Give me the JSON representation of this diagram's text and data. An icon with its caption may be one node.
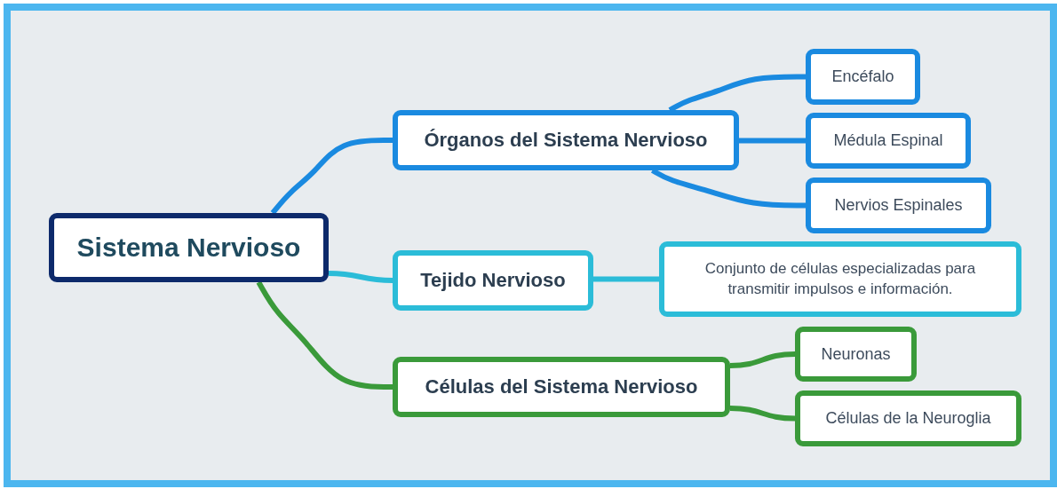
{
  "diagram": {
    "nodes": [
      {
        "text": [
          "Sistema Nervioso"
        ]
      },
      {
        "text": [
          "Órganos del Sistema Nervioso"
        ]
      },
      {
        "text": [
          "Encéfalo"
        ]
      },
      {
        "text": [
          "Médula Espinal"
        ]
      },
      {
        "text": [
          "Nervios Espinales"
        ]
      },
      {
        "text": [
          "Tejido Nervioso"
        ]
      },
      {
        "text": [
          "Conjunto de células especializadas para transmitir impulsos e información."
        ]
      },
      {
        "text": [
          "Células del Sistema Nervioso"
        ]
      },
      {
        "text": [
          "Neuronas"
        ]
      },
      {
        "text": [
          "Células de la Neuroglia"
        ]
      }
    ],
    "edges": [
      {
        "from": 0,
        "to": 1,
        "arrow": "none",
        "color": "#1a8ae0"
      },
      {
        "from": 1,
        "to": 2,
        "arrow": "none",
        "color": "#1a8ae0"
      },
      {
        "from": 1,
        "to": 3,
        "arrow": "none",
        "color": "#1a8ae0"
      },
      {
        "from": 1,
        "to": 4,
        "arrow": "none",
        "color": "#1a8ae0"
      },
      {
        "from": 0,
        "to": 5,
        "arrow": "none",
        "color": "#2bbcd8"
      },
      {
        "from": 5,
        "to": 6,
        "arrow": "none",
        "color": "#2bbcd8"
      },
      {
        "from": 0,
        "to": 7,
        "arrow": "none",
        "color": "#3a9a3a"
      },
      {
        "from": 7,
        "to": 8,
        "arrow": "none",
        "color": "#3a9a3a"
      },
      {
        "from": 7,
        "to": 9,
        "arrow": "none",
        "color": "#3a9a3a"
      }
    ]
  }
}
